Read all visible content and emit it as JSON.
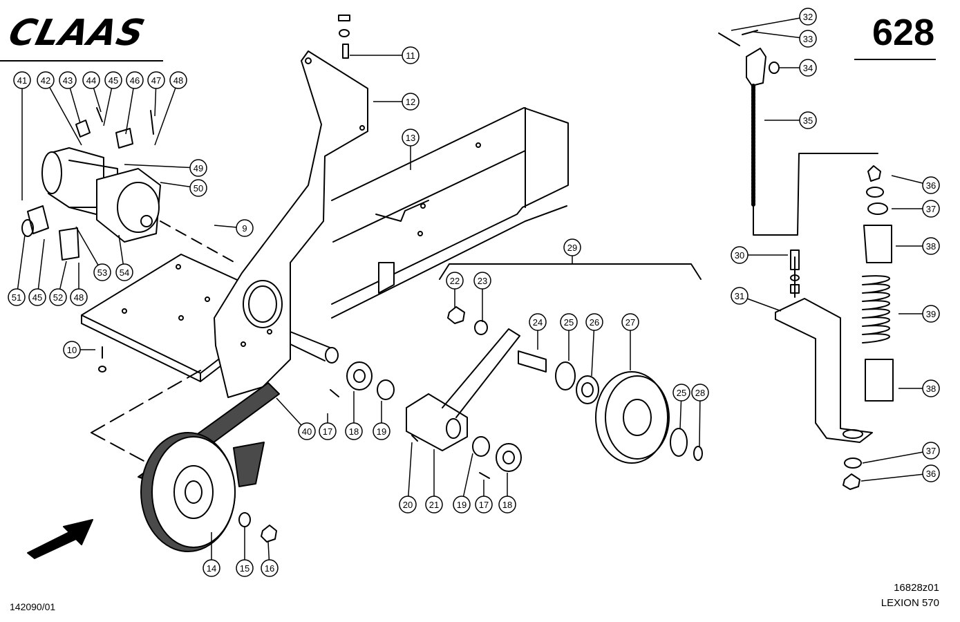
{
  "header": {
    "brand": "CLAAS",
    "page_number": "628"
  },
  "footer": {
    "part_list_number": "142090/01",
    "drawing_id": "16828z01",
    "model": "LEXION 570"
  },
  "callouts": [
    "9",
    "10",
    "11",
    "12",
    "13",
    "14",
    "15",
    "16",
    "17",
    "18",
    "19",
    "20",
    "21",
    "22",
    "23",
    "24",
    "25",
    "26",
    "27",
    "28",
    "29",
    "30",
    "31",
    "32",
    "33",
    "34",
    "35",
    "36",
    "37",
    "38",
    "39",
    "40",
    "41",
    "42",
    "43",
    "44",
    "45",
    "46",
    "47",
    "48",
    "49",
    "50",
    "51",
    "52",
    "53",
    "54"
  ],
  "colors": {
    "ink": "#000000",
    "paper": "#ffffff",
    "belt": "#4a4a4a"
  }
}
